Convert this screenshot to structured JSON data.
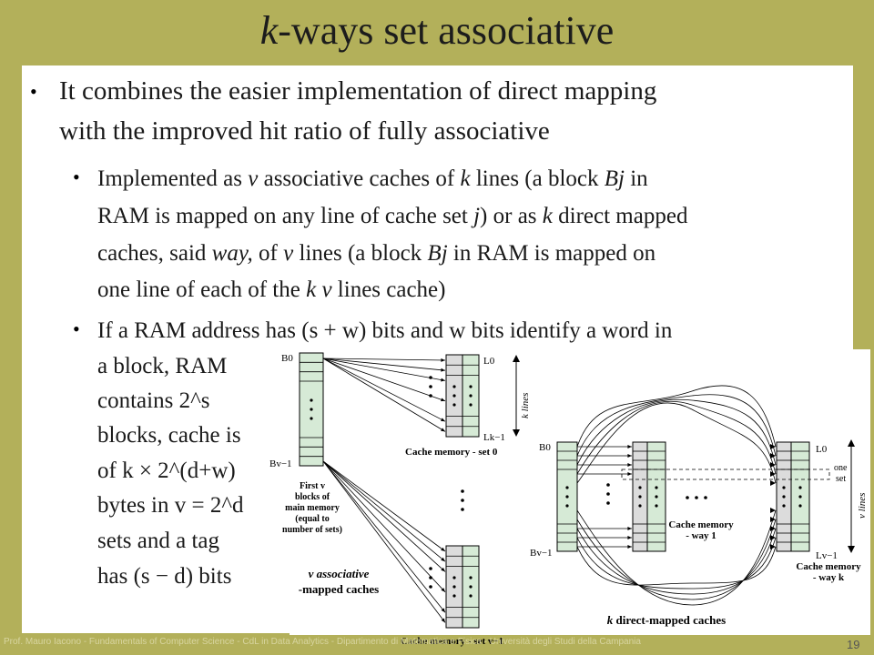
{
  "slide": {
    "title_k": "k",
    "title_rest": "-ways set associative",
    "bullet1_a": "It combines the easier implementation of direct mapping",
    "bullet1_b": "with the improved hit ratio of fully associative",
    "sub1": {
      "l1_a": "Implemented as ",
      "l1_v": "v",
      "l1_b": " associative caches of ",
      "l1_k": "k",
      "l1_c": " lines (a block ",
      "l1_Bj": "Bj",
      "l1_d": " in",
      "l2_a": "RAM is mapped on any line of cache set ",
      "l2_j": "j",
      "l2_b": ") or as ",
      "l2_k": "k",
      "l2_c": " direct mapped",
      "l3_a": "caches, said ",
      "l3_way": "way,",
      "l3_b": " of ",
      "l3_v": "v",
      "l3_c": " lines (a block ",
      "l3_Bj": "Bj",
      "l3_d": " in RAM is mapped on",
      "l4_a": "one line of each of the ",
      "l4_k": "k",
      "l4_v": "v",
      "l4_b": " lines cache)"
    },
    "sub2": {
      "l1": "If a RAM address has (s + w) bits and w bits identify a word in",
      "l2": "a block, RAM",
      "l3": "contains 2^s",
      "l4": "blocks, cache is",
      "l5": "of k × 2^(d+w)",
      "l6": "bytes in v = 2^d",
      "l7": "sets and a tag",
      "l8": "has (s − d) bits"
    }
  },
  "figure_left": {
    "b0": "B0",
    "bv1": "Bv−1",
    "l0": "L0",
    "lk1": "Lk−1",
    "k_lines": "k lines",
    "set0": "Cache memory - set 0",
    "setv1": "Cache memory - set v−1",
    "first_v_1": "First v",
    "first_v_2": "blocks of",
    "first_v_3": "main memory",
    "first_v_4": "(equal to",
    "first_v_5": "number of sets)",
    "caption_1": "v associative",
    "caption_2": "-mapped caches"
  },
  "figure_right": {
    "b0": "B0",
    "bv1": "Bv−1",
    "l0": "L0",
    "lv1": "Lv−1",
    "one_set_1": "one",
    "one_set_2": "set",
    "v_lines": "v lines",
    "way1_1": "Cache memory",
    "way1_2": "- way 1",
    "wayk_1": "Cache memory",
    "wayk_2": "- way k",
    "caption": "k direct-mapped caches"
  },
  "footer": "Prof. Mauro Iacono - Fundamentals of Computer  Science - CdL in Data Analytics - Dipartimento di Matematica e Fisica - Università degli Studi della Campania",
  "page_number": "19",
  "colors": {
    "background": "#b3b05a",
    "block_fill": "#d6ead6",
    "line_fill": "#dcdcdc"
  }
}
